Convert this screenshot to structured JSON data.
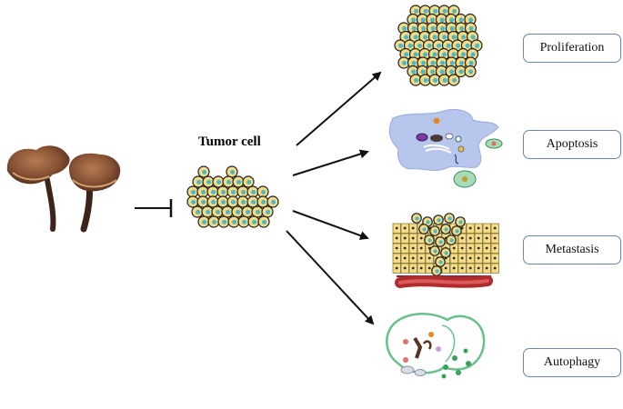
{
  "center": {
    "title": "Tumor cell"
  },
  "outcomes": [
    {
      "label": "Proliferation"
    },
    {
      "label": "Apoptosis"
    },
    {
      "label": "Metastasis"
    },
    {
      "label": "Autophagy"
    }
  ],
  "icons": {
    "mushroom": "ganoderma-mushroom-image",
    "inhibit": "inhibition-bar-arrow"
  },
  "colors": {
    "cell_fill": "#f4dc86",
    "cell_border": "#1e1e1e",
    "nucleus": "#4bb7c9",
    "box_border": "#6d86ad",
    "apoptosis_bg": "#b8c6ee",
    "vessel": "#b22a2a",
    "autophagy_border": "#6ac08a"
  }
}
